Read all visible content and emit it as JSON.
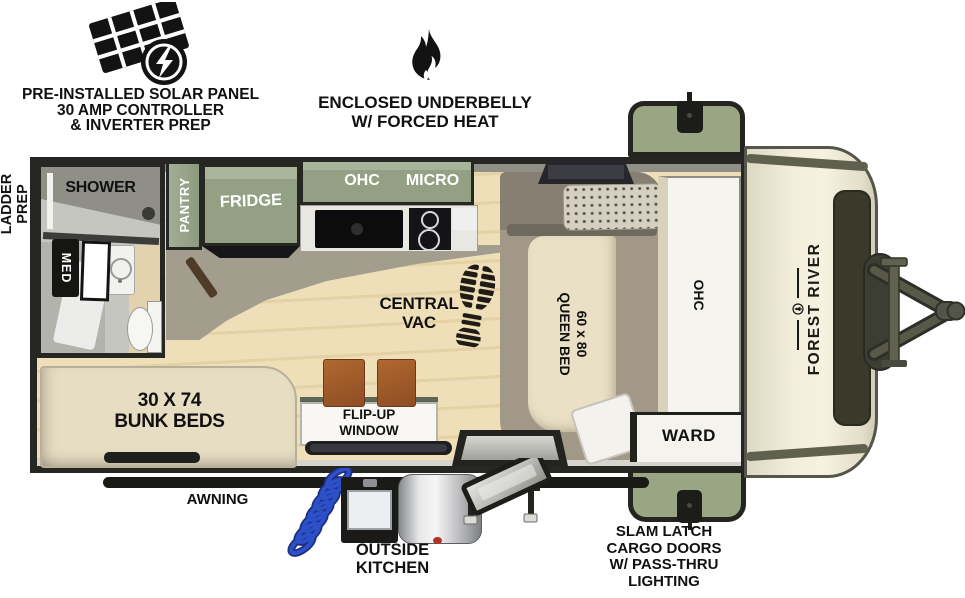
{
  "annotations": {
    "solar": {
      "line1": "PRE-INSTALLED SOLAR PANEL",
      "line2": "30 AMP CONTROLLER",
      "line3": "& INVERTER PREP"
    },
    "underbelly": {
      "line1": "ENCLOSED UNDERBELLY",
      "line2": "W/ FORCED HEAT"
    },
    "ladder": {
      "line1": "LADDER",
      "line2": "PREP"
    },
    "awning": "AWNING",
    "outside_kitchen": {
      "line1": "OUTSIDE",
      "line2": "KITCHEN"
    },
    "cargo": {
      "line1": "SLAM LATCH",
      "line2": "CARGO DOORS",
      "line3": "W/ PASS-THRU",
      "line4": "LIGHTING"
    }
  },
  "rooms": {
    "shower": "SHOWER",
    "med": "MED",
    "pantry": "PANTRY",
    "fridge": "FRIDGE",
    "kitchen_ohc": "OHC",
    "micro": "MICRO",
    "central_vac": {
      "line1": "CENTRAL",
      "line2": "VAC"
    },
    "queen_bed": {
      "line1": "60 x 80",
      "line2": "QUEEN BED"
    },
    "front_ohc": "OHC",
    "ward": "WARD",
    "bunks": {
      "line1": "30 X 74",
      "line2": "BUNK BEDS"
    },
    "flip_window": {
      "line1": "FLIP-UP",
      "line2": "WINDOW"
    }
  },
  "brand": {
    "name": "FOREST RIVER"
  },
  "colors": {
    "outline": "#262623",
    "cabinet_green": "#93a083",
    "door_green": "#9aa583",
    "floor_wood": "#e9d7ae",
    "bed_cream": "#e9e0c6",
    "cap_cream": "#f2eedb",
    "hose_blue": "#2d4fc8",
    "label_dark": "#111111",
    "label_light": "#ffffff"
  }
}
